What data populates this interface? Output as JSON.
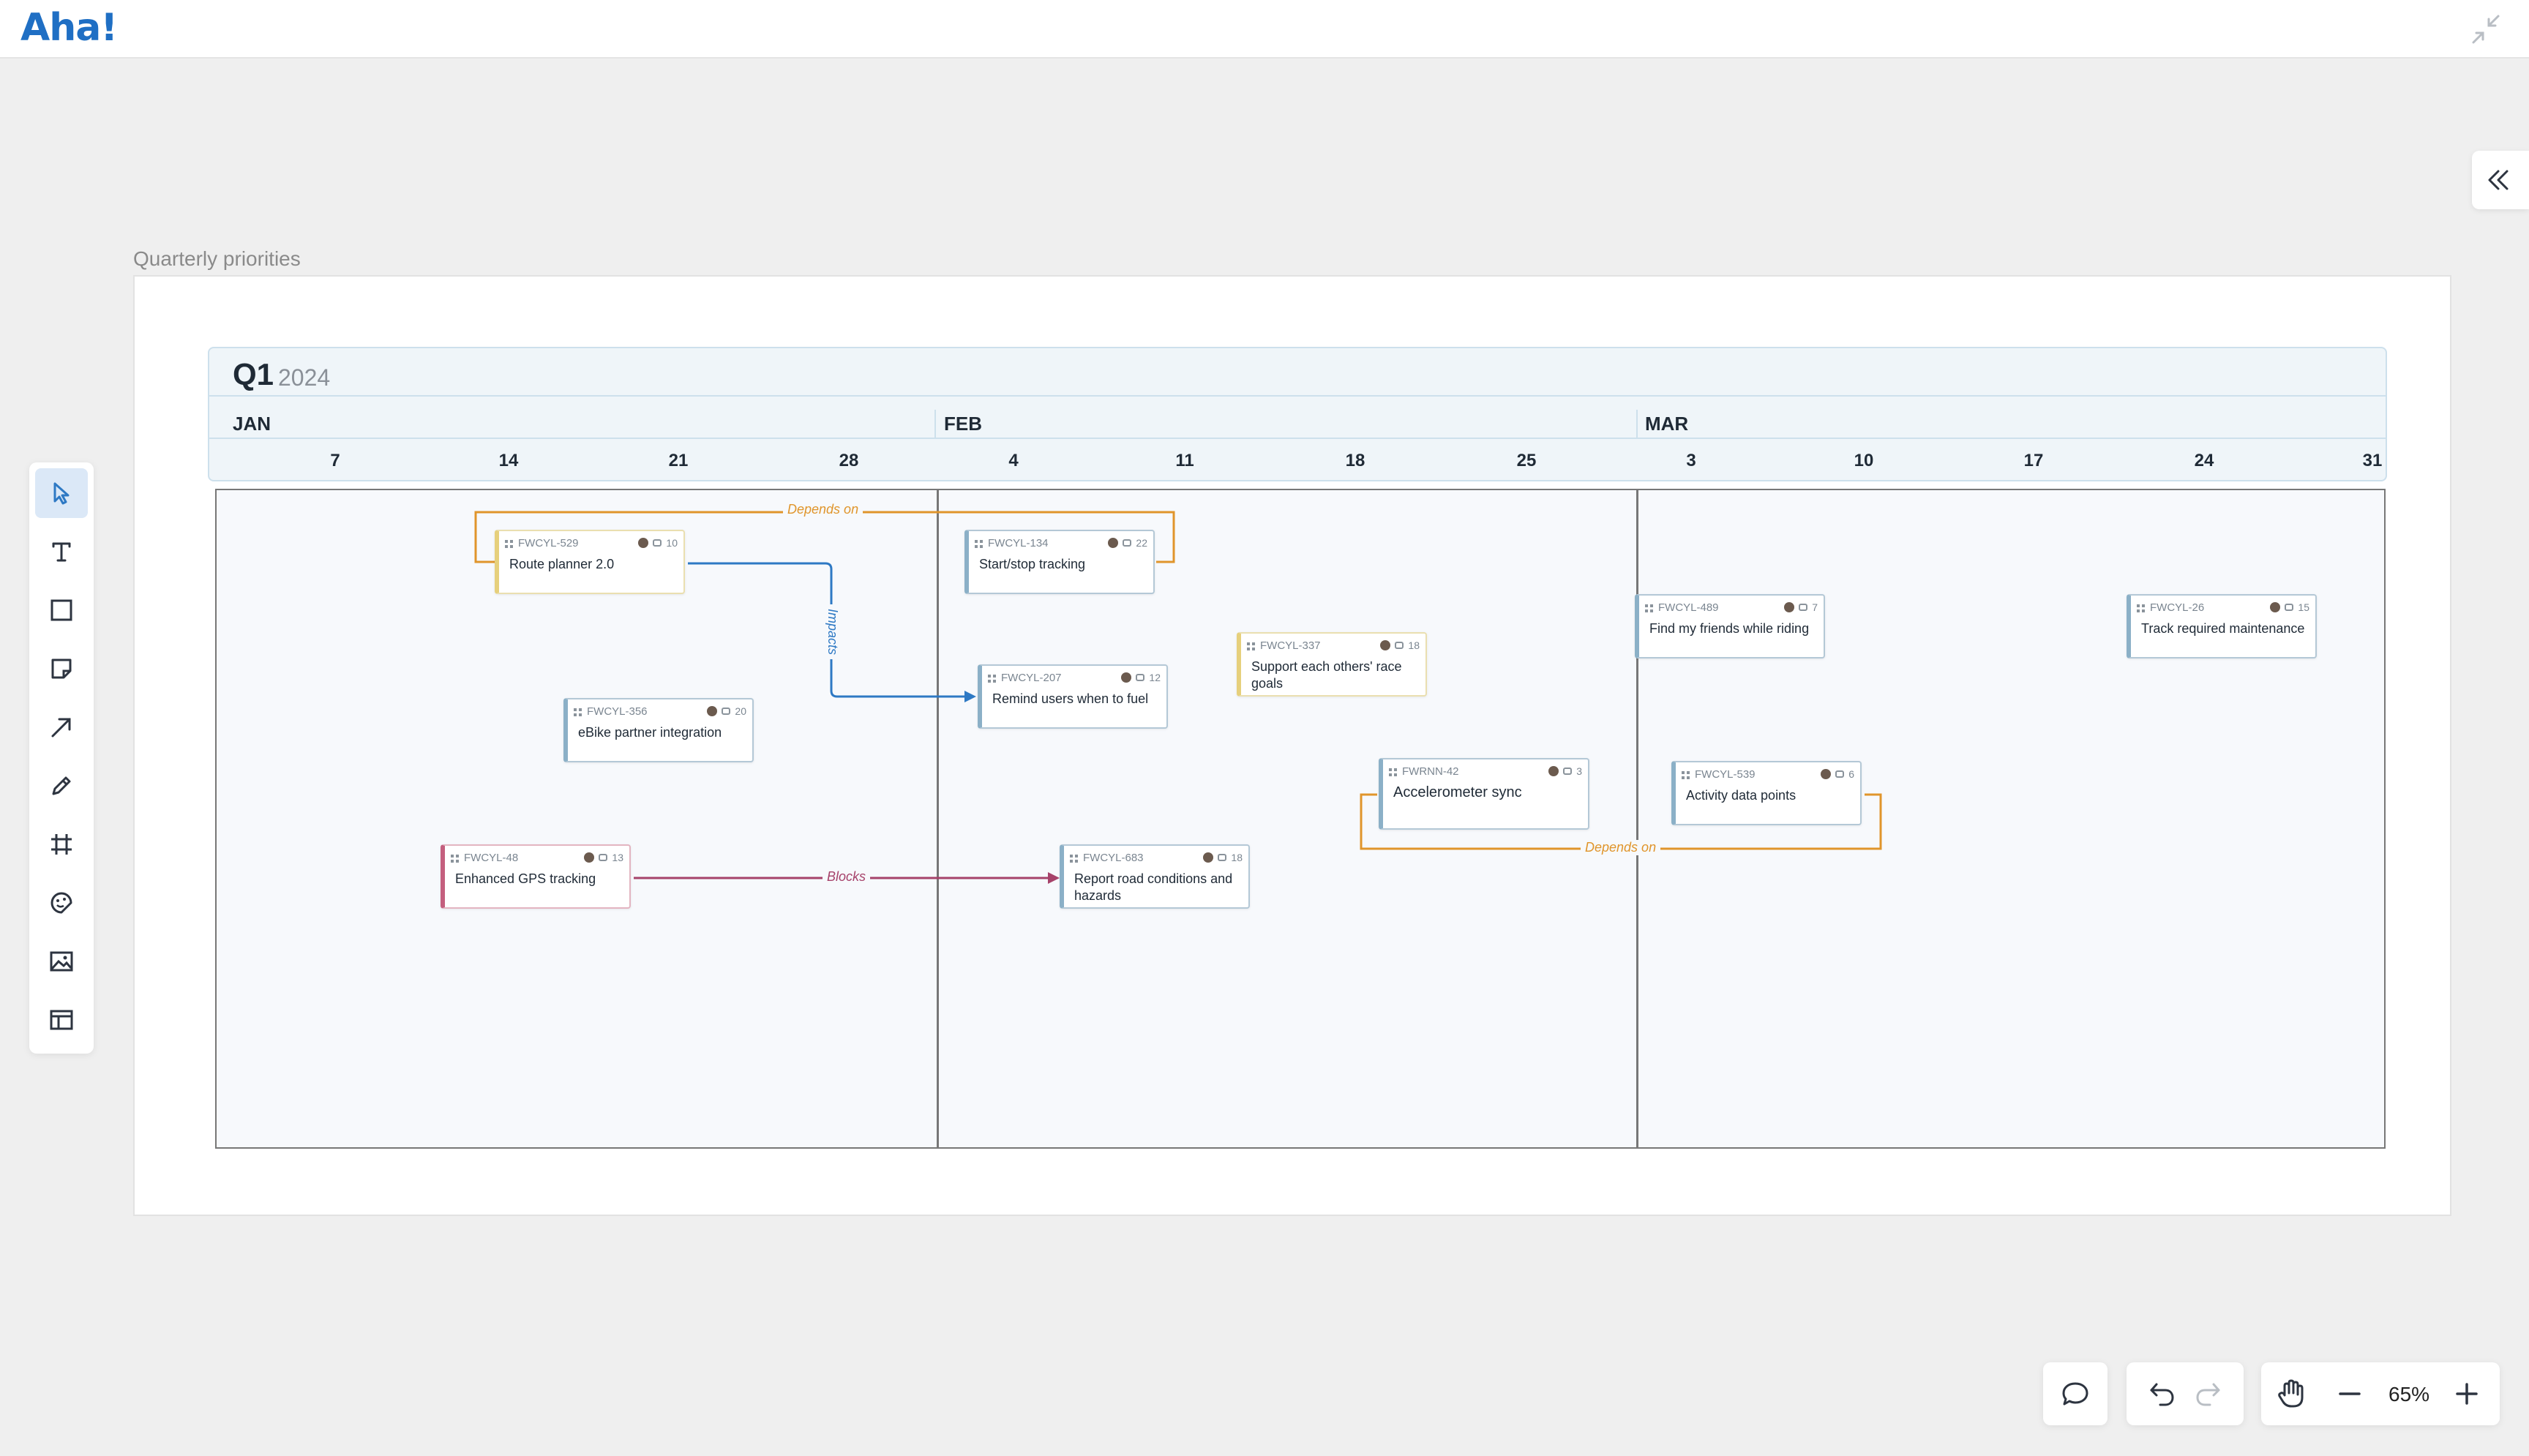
{
  "app": {
    "logo": "Aha!"
  },
  "board": {
    "title": "Quarterly priorities",
    "quarter": "Q1",
    "year": "2024",
    "months": [
      "JAN",
      "FEB",
      "MAR"
    ],
    "weeks": [
      "7",
      "14",
      "21",
      "28",
      "4",
      "11",
      "18",
      "25",
      "3",
      "10",
      "17",
      "24",
      "31"
    ]
  },
  "cards": [
    {
      "key": "FWCYL-529",
      "name": "Route planner 2.0",
      "comments": "10",
      "color": "yellow"
    },
    {
      "key": "FWCYL-134",
      "name": "Start/stop tracking",
      "comments": "22",
      "color": "blue"
    },
    {
      "key": "FWCYL-356",
      "name": "eBike partner integration",
      "comments": "20",
      "color": "blue"
    },
    {
      "key": "FWCYL-207",
      "name": "Remind users when to fuel",
      "comments": "12",
      "color": "blue"
    },
    {
      "key": "FWCYL-337",
      "name": "Support each others' race goals",
      "comments": "18",
      "color": "yellow"
    },
    {
      "key": "FWCYL-48",
      "name": "Enhanced GPS tracking",
      "comments": "13",
      "color": "red"
    },
    {
      "key": "FWCYL-683",
      "name": "Report road conditions and hazards",
      "comments": "18",
      "color": "blue"
    },
    {
      "key": "FWRNN-42",
      "name": "Accelerometer sync",
      "comments": "3",
      "color": "blue"
    },
    {
      "key": "FWCYL-489",
      "name": "Find my friends while riding",
      "comments": "7",
      "color": "blue"
    },
    {
      "key": "FWCYL-539",
      "name": "Activity data points",
      "comments": "6",
      "color": "blue"
    },
    {
      "key": "FWCYL-26",
      "name": "Track required maintenance",
      "comments": "15",
      "color": "blue"
    }
  ],
  "connectors": {
    "depends_on_1": "Depends on",
    "impacts": "Impacts",
    "blocks": "Blocks",
    "depends_on_2": "Depends on"
  },
  "colors": {
    "depends": "#e0952b",
    "impacts": "#2e79c4",
    "blocks": "#a6426a",
    "brand": "#1f6fc4"
  },
  "toolbar": {
    "tools": [
      "select-tool",
      "text-tool",
      "shape-tool",
      "sticky-note-tool",
      "arrow-tool",
      "pen-tool",
      "frame-tool",
      "sticker-tool",
      "image-tool",
      "template-tool"
    ]
  },
  "controls": {
    "zoom": "65%"
  }
}
